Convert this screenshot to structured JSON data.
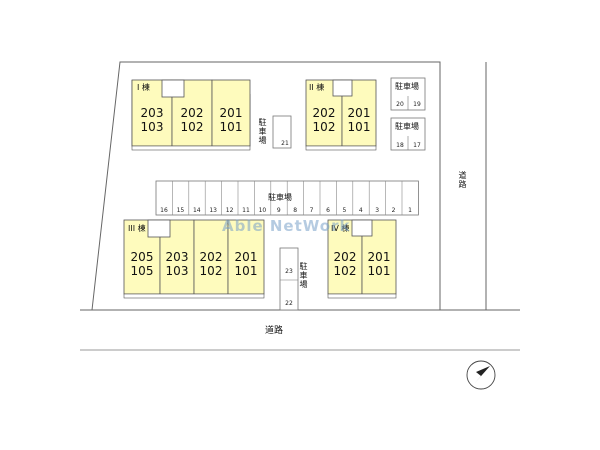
{
  "colors": {
    "unit_fill": "#fefbbd",
    "outline": "#555555"
  },
  "buildings": [
    {
      "name": "I 棟",
      "units": [
        "203\n103",
        "202\n102",
        "201\n101"
      ]
    },
    {
      "name": "II 棟",
      "units": [
        "202\n102",
        "201\n101"
      ]
    },
    {
      "name": "III 棟",
      "units": [
        "205\n105",
        "203\n103",
        "202\n102",
        "201\n101"
      ]
    },
    {
      "name": "IV 棟",
      "units": [
        "202\n102",
        "201\n101"
      ]
    }
  ],
  "parking": {
    "label": "駐車場",
    "lot_a_label": "駐車場",
    "lot_a_nums": [
      "20",
      "19"
    ],
    "lot_b_label": "駐車場",
    "lot_b_nums": [
      "18",
      "17"
    ],
    "side_label": "駐車場",
    "side_num": "21",
    "row_nums": [
      "16",
      "15",
      "14",
      "13",
      "12",
      "11",
      "10",
      "9",
      "8",
      "7",
      "6",
      "5",
      "4",
      "3",
      "2",
      "1"
    ],
    "south_label": "駐車場",
    "south_nums": [
      "23",
      "22"
    ]
  },
  "roads": {
    "south": "道路",
    "east": "道路"
  },
  "watermark": "Able NetWork",
  "icons": {
    "compass": "north-arrow-icon"
  }
}
